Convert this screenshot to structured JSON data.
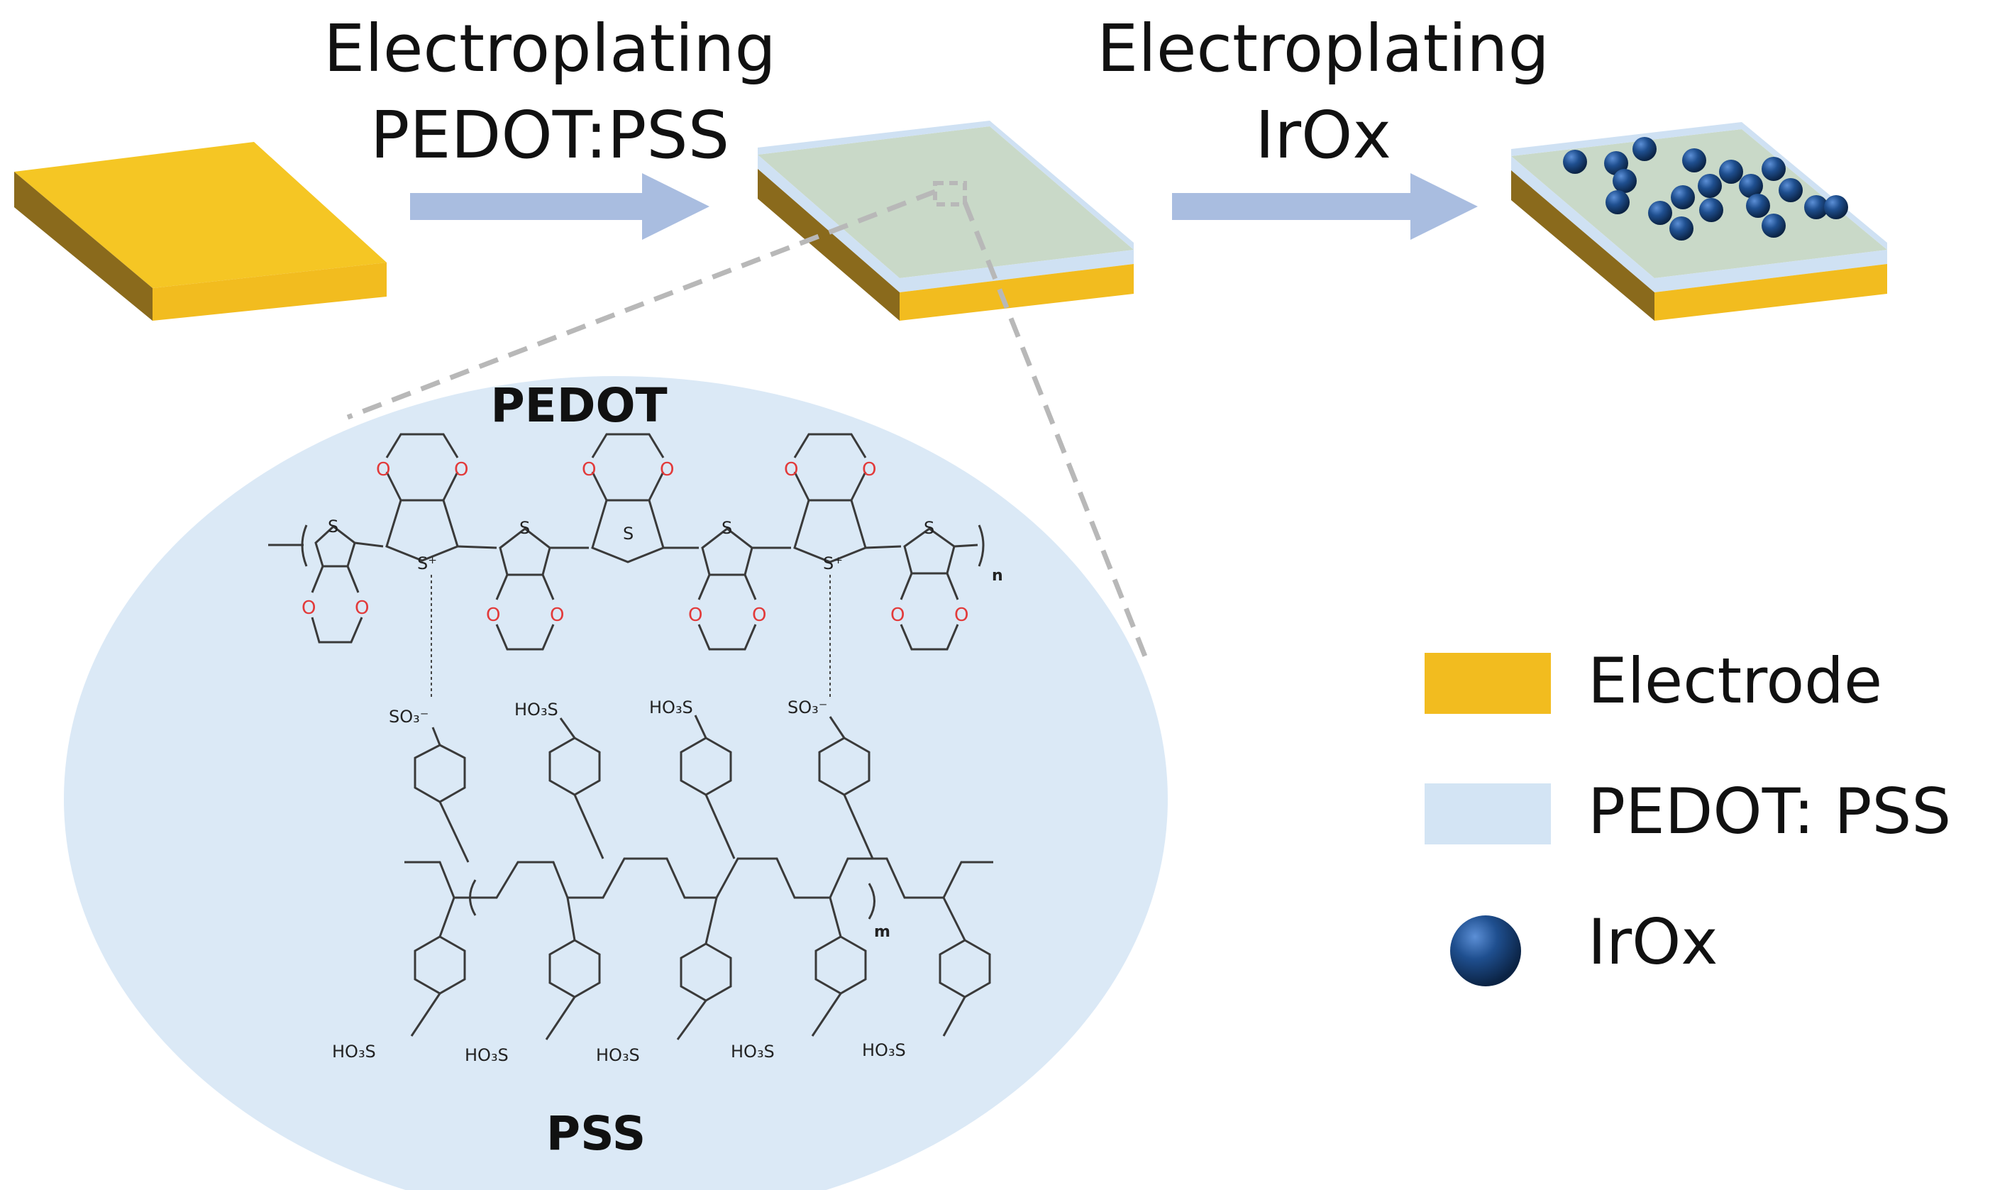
{
  "steps": [
    {
      "line1": "Electroplating",
      "line2": "PEDOT:PSS"
    },
    {
      "line1": "Electroplating",
      "line2": "IrOx"
    }
  ],
  "inset": {
    "top_label": "PEDOT",
    "bottom_label": "PSS",
    "atoms": {
      "sulfur": "S",
      "sulfur_cation": "S⁺",
      "oxygen": "O",
      "so3_anion": "SO₃⁻",
      "so3h": "HO₃S",
      "n_subscript": "n",
      "m_subscript": "m"
    }
  },
  "legend": {
    "items": [
      {
        "label": "Electrode",
        "color": "#f2bc1f"
      },
      {
        "label": "PEDOT: PSS",
        "color": "#d3e4f4"
      },
      {
        "label": "IrOx",
        "color": "#1f4f8f"
      }
    ]
  },
  "colors": {
    "electrode_top": "#f5c624",
    "electrode_side": "#8a6a1c",
    "electrode_front": "#f2bc1f",
    "pedot_layer": "#cfe1f3",
    "pedot_top": "#c9d9c8",
    "arrow": "#a9bde0",
    "ellipse": "#dbe9f6",
    "dash": "#b8b8b8",
    "irox": "#1f4f8f"
  }
}
